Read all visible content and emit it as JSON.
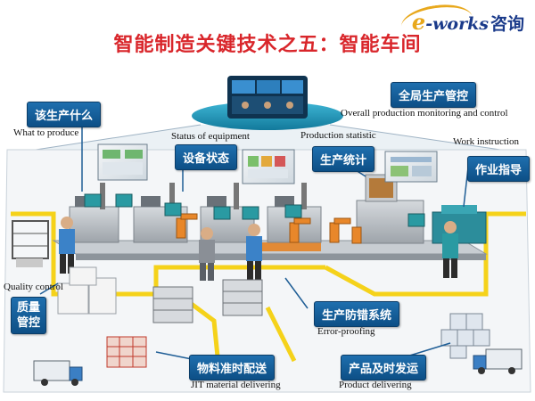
{
  "title": "智能制造关键技术之五：智能车间",
  "logo": {
    "prefix": "e",
    "brand": "-works",
    "chinese": "咨询"
  },
  "labels": {
    "what_to_produce": "该生产什么",
    "equipment_status": "设备状态",
    "production_statistic": "生产统计",
    "work_instruction": "作业指导",
    "overall_monitoring": "全局生产管控",
    "quality_control_line1": "质量",
    "quality_control_line2": "管控",
    "error_proofing": "生产防错系统",
    "jit_delivery": "物料准时配送",
    "product_delivery": "产品及时发运"
  },
  "captions": {
    "what_to_produce": "What to produce",
    "equipment_status": "Status of equipment",
    "production_statistic": "Production statistic",
    "work_instruction": "Work instruction",
    "overall_monitoring": "Overall production monitoring and control",
    "quality_control": "Quality control",
    "error_proofing": "Error-proofing",
    "jit_delivery": "JIT material delivering",
    "product_delivery": "Product delivering"
  },
  "colors": {
    "title_red": "#d9262b",
    "tag_blue": "#1565a8",
    "floor_yellow": "#f5d21a",
    "machine_gray": "#b7bcc2",
    "teal_screen": "#2a9aa2"
  }
}
